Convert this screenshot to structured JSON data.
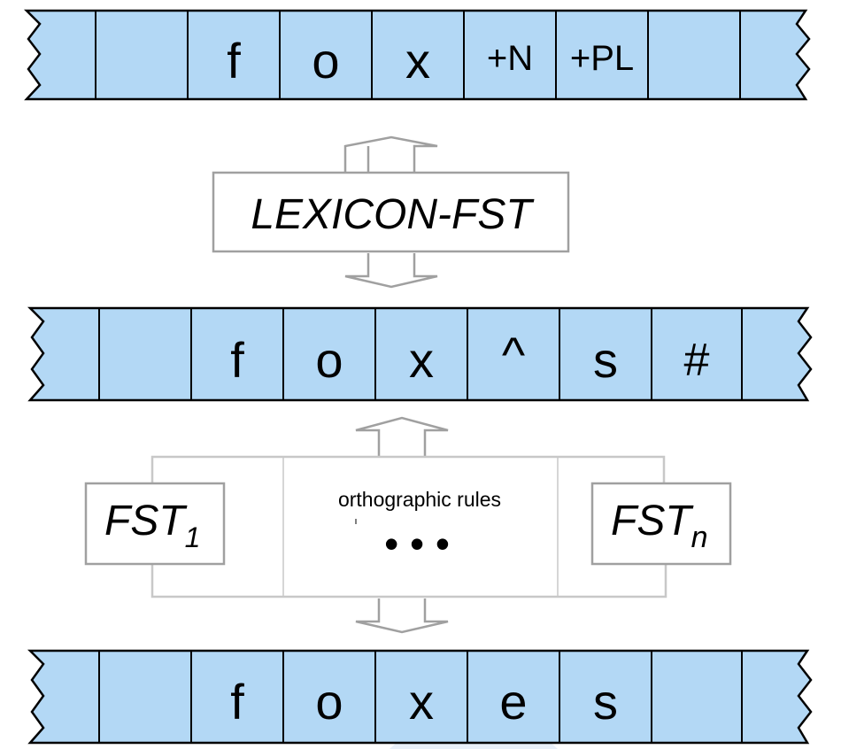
{
  "tapes": [
    {
      "id": "lexical",
      "cells": [
        "",
        "f",
        "o",
        "x",
        "+N",
        "+PL",
        ""
      ]
    },
    {
      "id": "intermediate",
      "cells": [
        "",
        "f",
        "o",
        "x",
        "^",
        "s",
        "#"
      ]
    },
    {
      "id": "surface",
      "cells": [
        "",
        "f",
        "o",
        "x",
        "e",
        "s",
        ""
      ]
    }
  ],
  "lexicon_box": {
    "label": "LEXICON-FST"
  },
  "rules": {
    "caption": "orthographic rules",
    "fst_first": {
      "base": "FST",
      "subscript": "1"
    },
    "fst_last": {
      "base": "FST",
      "subscript": "n"
    },
    "ellipsis": "• • •"
  },
  "colors": {
    "cell_fill": "#b3d8f5",
    "cell_stroke": "#000000",
    "box_stroke": "#a0a0a0",
    "arrow_stroke": "#a0a0a0",
    "bracket_stroke": "#c8c8c8",
    "watermark": "#dbe6f5"
  }
}
